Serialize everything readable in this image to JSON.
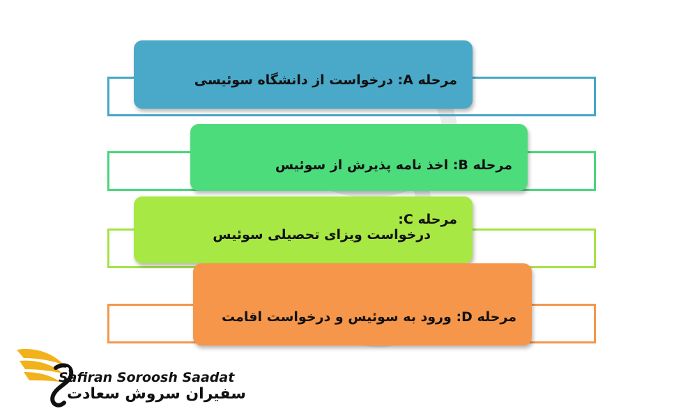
{
  "steps": [
    {
      "prefix": "مرحله A:",
      "line1": "",
      "line2": "درخواست از دانشگاه سوئیسی",
      "color": "#4aa8c8",
      "border": "#45a6c7"
    },
    {
      "prefix": "مرحله B:",
      "line1": "",
      "line2": "اخذ نامه پذیرش از سوئیس",
      "color": "#4ddc7c",
      "border": "#49d57a"
    },
    {
      "prefix": "مرحله C:",
      "line1": "درخواست ویزای تحصیلی سوئیس",
      "line2": "",
      "color": "#a8e844",
      "border": "#a5e246"
    },
    {
      "prefix": "مرحله D:",
      "line1": "",
      "line2": "ورود به سوئیس و درخواست اقامت",
      "color": "#f5964a",
      "border": "#f3974b"
    }
  ],
  "logo": {
    "name_en": "Safiran Soroosh Saadat",
    "name_fa": "سفیران سروش سعادت",
    "icon": "winged-bird-logo",
    "colors": {
      "wing": "#f2b21c",
      "body": "#111111"
    }
  }
}
